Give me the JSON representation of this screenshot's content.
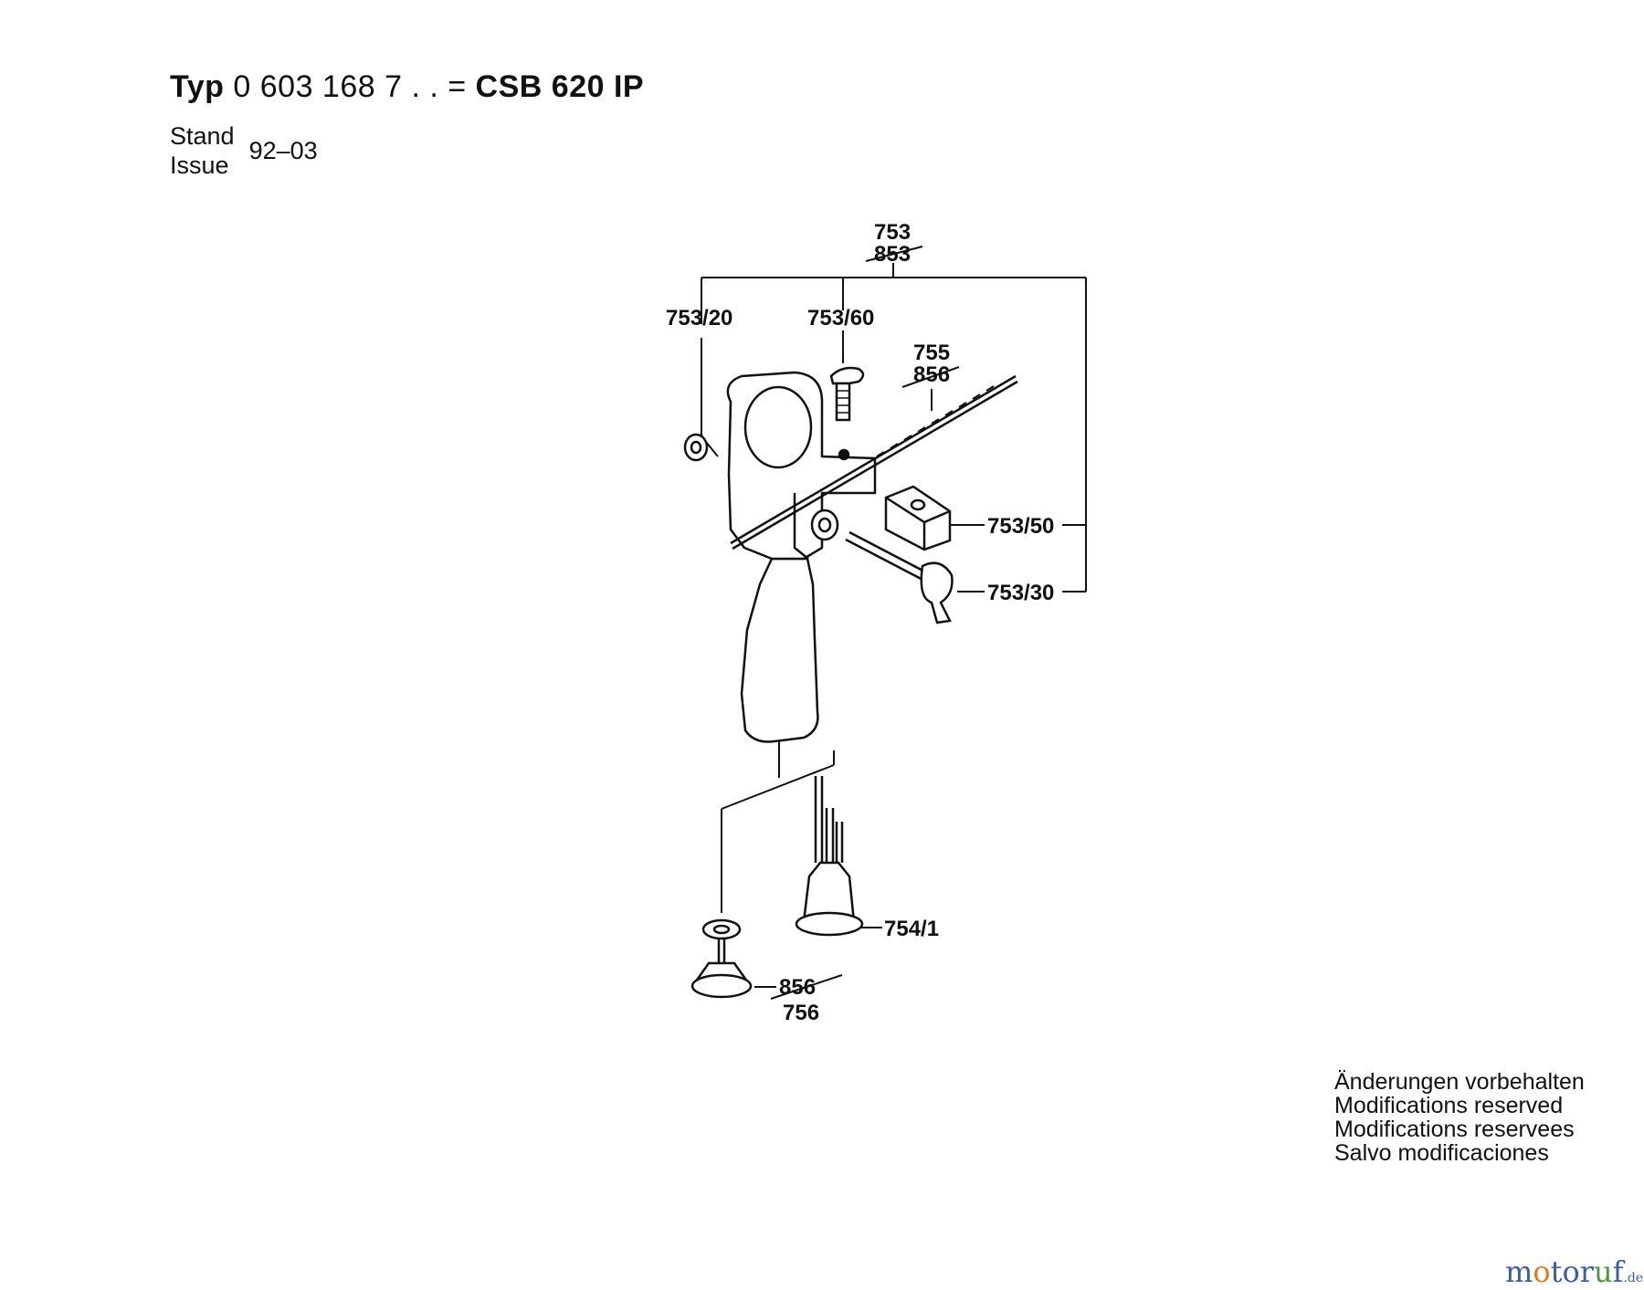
{
  "header": {
    "typ_label": "Typ",
    "part_number": "0 603 168 7 . . =",
    "model": "CSB 620 IP",
    "issue_label_de": "Stand",
    "issue_label_en": "Issue",
    "issue_value": "92–03"
  },
  "parts": {
    "p753": "753",
    "p853_struck": "853",
    "p753_20": "753/20",
    "p753_60": "753/60",
    "p755": "755",
    "p856_struck_a": "856",
    "p753_50": "753/50",
    "p753_30": "753/30",
    "p754_1": "754/1",
    "p856_struck_b": "856",
    "p756": "756"
  },
  "notes": [
    "Änderungen vorbehalten",
    "Modifications reserved",
    "Modifications reservees",
    "Salvo modificaciones"
  ],
  "watermark": {
    "m": "m",
    "o1": "o",
    "tor": "tor",
    "u": "u",
    "f": "f",
    "de": ".de"
  }
}
